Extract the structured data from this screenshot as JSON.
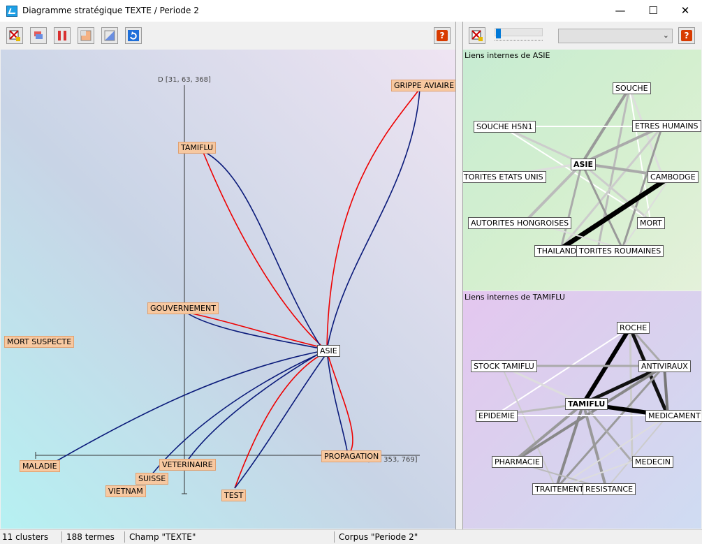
{
  "window": {
    "title": "Diagramme stratégique TEXTE / Periode 2"
  },
  "toolbar": {
    "buttons": [
      {
        "icon": "export-icon"
      },
      {
        "icon": "cluster-icon"
      },
      {
        "icon": "bars-icon"
      },
      {
        "icon": "layout-icon"
      },
      {
        "icon": "diagonal-icon"
      },
      {
        "icon": "refresh-icon"
      }
    ],
    "help_label": "?"
  },
  "right_toolbar": {
    "help_label": "?",
    "combo_value": ""
  },
  "main": {
    "y_axis_label": "D [31, 63, 368]",
    "x_axis_label": "C [90, 353, 769]",
    "nodes": [
      {
        "id": "grippe",
        "text": "GRIPPE AVIAIRE"
      },
      {
        "id": "tamiflu",
        "text": "TAMIFLU"
      },
      {
        "id": "gouv",
        "text": "GOUVERNEMENT"
      },
      {
        "id": "mort",
        "text": "MORT SUSPECTE"
      },
      {
        "id": "asie",
        "text": "ASIE"
      },
      {
        "id": "propagation",
        "text": "PROPAGATION"
      },
      {
        "id": "maladie",
        "text": "MALADIE"
      },
      {
        "id": "veterinaire",
        "text": "VETERINAIRE"
      },
      {
        "id": "suisse",
        "text": "SUISSE"
      },
      {
        "id": "vietnam",
        "text": "VIETNAM"
      },
      {
        "id": "test",
        "text": "TEST"
      }
    ]
  },
  "asie_panel": {
    "title": "Liens internes de ASIE",
    "nodes": [
      {
        "text": "SOUCHE"
      },
      {
        "text": "SOUCHE H5N1"
      },
      {
        "text": "ETRES HUMAINS"
      },
      {
        "text": "ASIE"
      },
      {
        "text": "TORITES ETATS UNIS"
      },
      {
        "text": "CAMBODGE"
      },
      {
        "text": "AUTORITES HONGROISES"
      },
      {
        "text": "MORT"
      },
      {
        "text": "THAILANDE"
      },
      {
        "text": "TORITES ROUMAINES"
      }
    ]
  },
  "tamiflu_panel": {
    "title": "Liens internes de TAMIFLU",
    "nodes": [
      {
        "text": "ROCHE"
      },
      {
        "text": "STOCK TAMIFLU"
      },
      {
        "text": "ANTIVIRAUX"
      },
      {
        "text": "TAMIFLU"
      },
      {
        "text": "EPIDEMIE"
      },
      {
        "text": "MEDICAMENT"
      },
      {
        "text": "PHARMACIE"
      },
      {
        "text": "MEDECIN"
      },
      {
        "text": "TRAITEMENT"
      },
      {
        "text": "RESISTANCE"
      }
    ]
  },
  "status": {
    "clusters": "11 clusters",
    "terms": "188 termes",
    "field": "Champ \"TEXTE\"",
    "corpus": "Corpus \"Periode 2\""
  }
}
